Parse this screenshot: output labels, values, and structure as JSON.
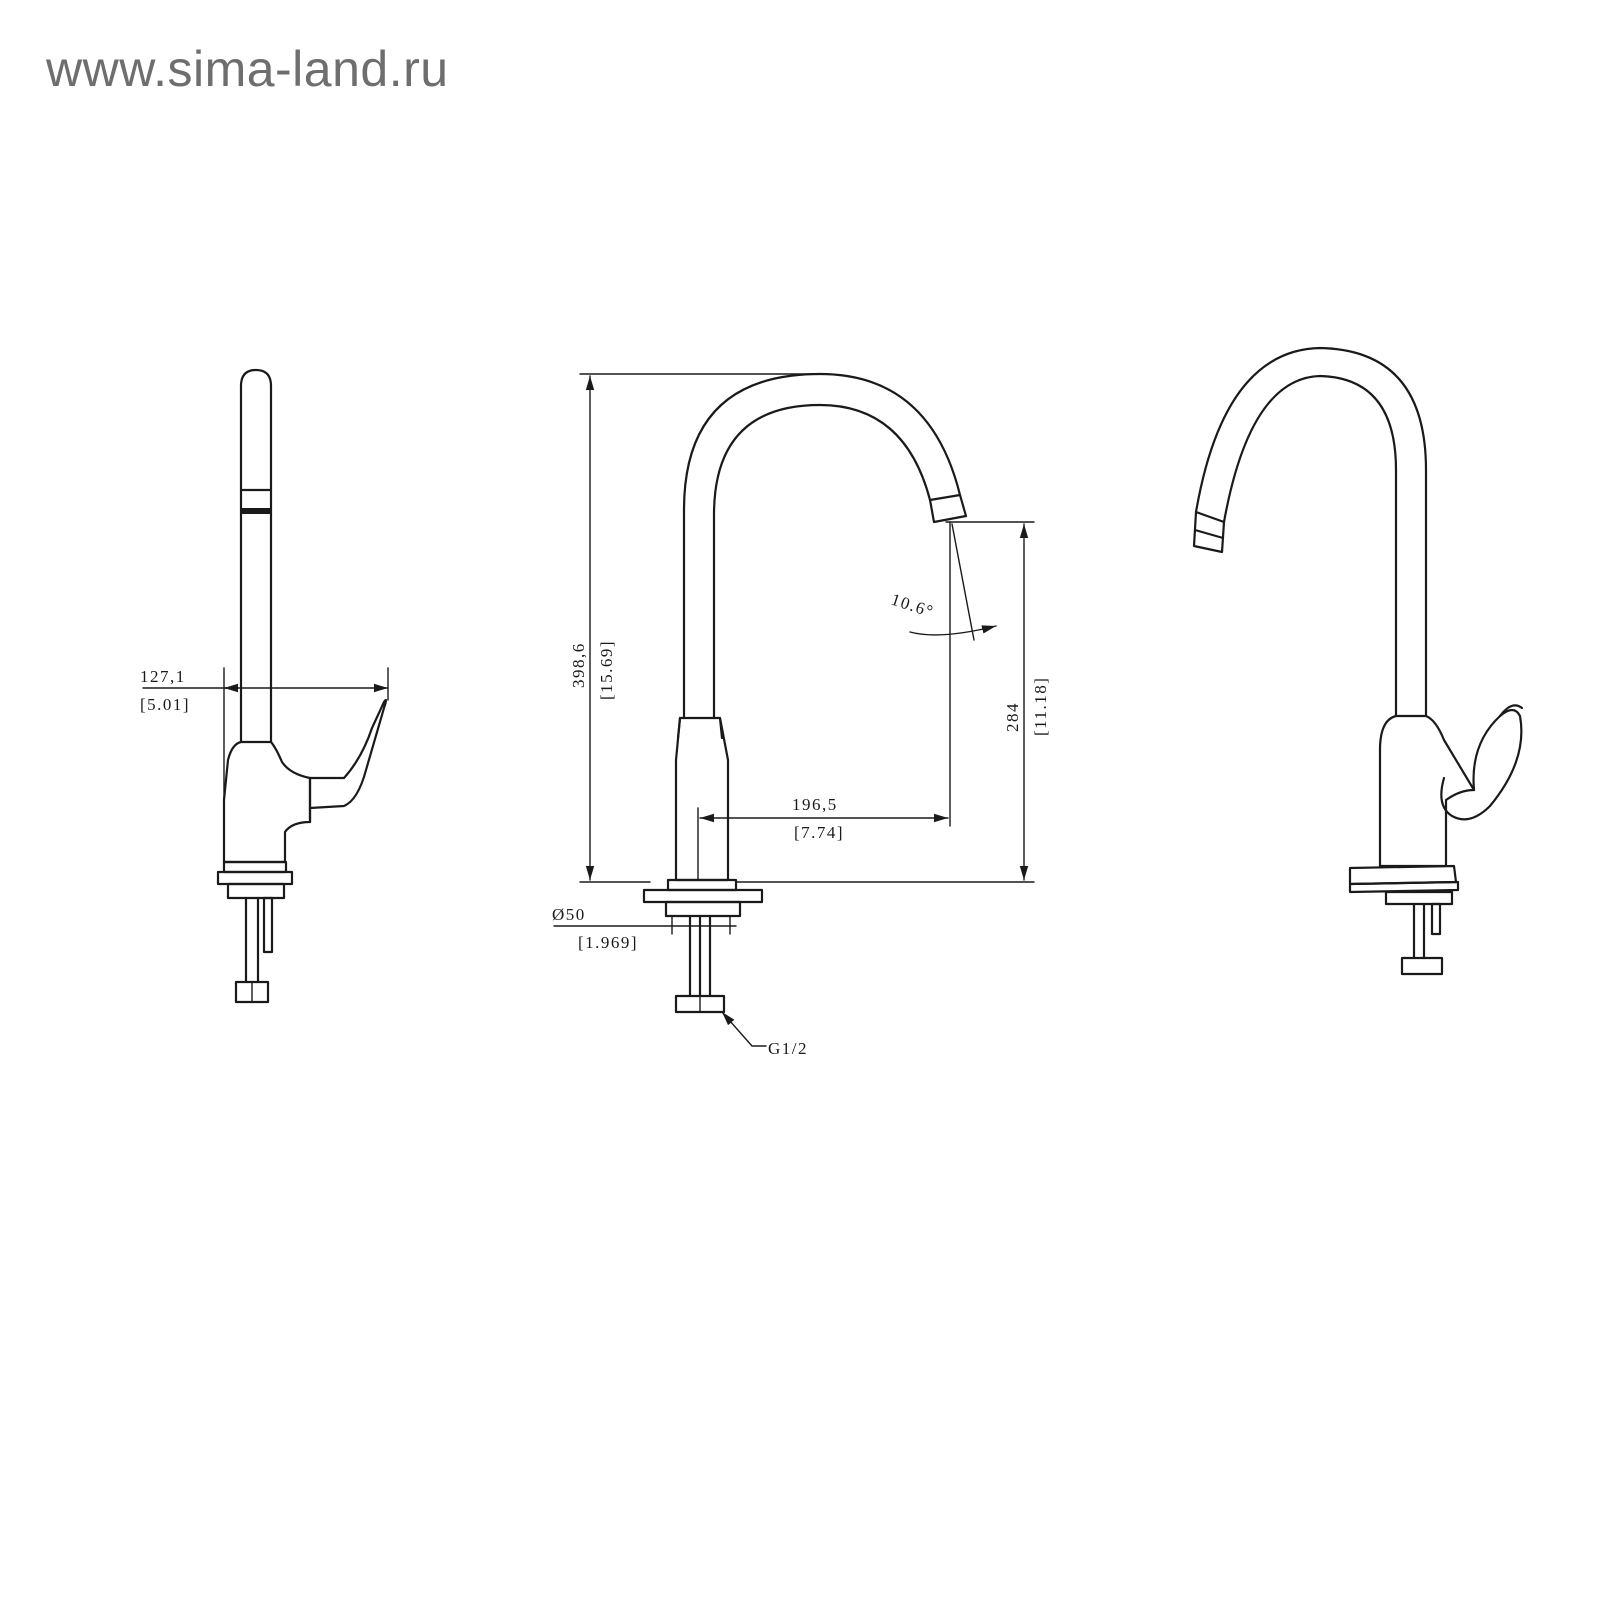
{
  "watermark": "www.sima-land.ru",
  "dimensions": {
    "handle_reach": {
      "value": "127,1",
      "inch": "[5.01]"
    },
    "total_height": {
      "value": "398,6",
      "inch": "[15.69]"
    },
    "spout_height": {
      "value": "284",
      "inch": "[11.18]"
    },
    "spout_reach": {
      "value": "196,5",
      "inch": "[7.74]"
    },
    "spout_angle": {
      "value": "10.6°"
    },
    "base_diameter": {
      "value": "Ø50",
      "inch": "[1.969]"
    },
    "thread": {
      "value": "G1/2"
    }
  }
}
